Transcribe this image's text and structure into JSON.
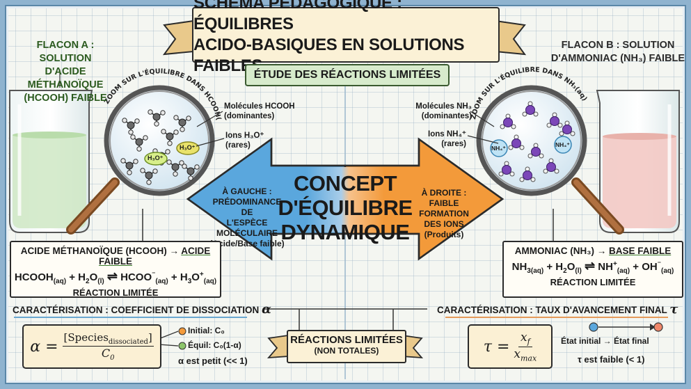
{
  "title": {
    "line1": "SCHÉMA PÉDAGOGIQUE : ÉQUILIBRES",
    "line2": "ACIDO-BASIQUES EN SOLUTIONS FAIBLES",
    "subtitle": "ÉTUDE DES RÉACTIONS LIMITÉES"
  },
  "flask_a": {
    "title1": "FLACON A : SOLUTION",
    "title2": "D'ACIDE MÉTHANOÏQUE",
    "title3": "(HCOOH) FAIBLE",
    "zoom_label": "ZOOM SUR L'ÉQUILIBRE DANS HCOOH(aq)",
    "molecules_label1": "Molécules HCOOH",
    "molecules_label2": "(dominantes)",
    "ions_label1": "Ions H₃O⁺",
    "ions_label2": "(rares)",
    "ion_tag": "H₃O⁺",
    "liquid_color": "#cfe8c4"
  },
  "flask_b": {
    "title1": "FLACON B : SOLUTION",
    "title2": "D'AMMONIAC (NH₃) FAIBLE",
    "zoom_label": "ZOOM SUR L'ÉQUILIBRE DANS NH₃(aq)",
    "molecules_label1": "Molécules NH₃",
    "molecules_label2": "(dominantes)",
    "ions_label1": "Ions NH₄⁺",
    "ions_label2": "(rares)",
    "ion_tag": "NH₄⁺",
    "liquid_color": "#f3c9c4"
  },
  "center": {
    "line1": "CONCEPT",
    "line2": "D'ÉQUILIBRE",
    "line3": "DYNAMIQUE",
    "left_note": [
      "À GAUCHE :",
      "PRÉDOMINANCE DE",
      "L'ESPÈCE MOLÉCULAIRE",
      "(Acide/Base faible)"
    ],
    "right_note": [
      "À DROITE :",
      "FAIBLE FORMATION",
      "DES IONS",
      "(Produits)"
    ]
  },
  "acid_box": {
    "header_left": "ACIDE MÉTHANOÏQUE (HCOOH) → ",
    "header_right": "ACIDE FAIBLE",
    "eq_a": "HCOOH",
    "eq_a_sub": "(aq)",
    "eq_b": " + H",
    "eq_b_sub": "2",
    "eq_c": "O",
    "eq_c_sub": "(l)",
    "eq_arrow": "⇌",
    "eq_d": "HCOO",
    "eq_d_sup": "⁻",
    "eq_d_sub": "(aq)",
    "eq_e": " + H",
    "eq_e_sub": "3",
    "eq_f": "O",
    "eq_f_sup": "+",
    "eq_f_sub": "(aq)",
    "footer": "RÉACTION LIMITÉE"
  },
  "base_box": {
    "header_left": "AMMONIAC (NH₃) → ",
    "header_right": "BASE FAIBLE",
    "eq_a": "NH",
    "eq_a_sub": "3(aq)",
    "eq_b": " + H",
    "eq_b_sub": "2",
    "eq_c": "O",
    "eq_c_sub": "(l)",
    "eq_arrow": "⇌",
    "eq_d": "NH",
    "eq_d_sup": "4",
    "eq_d_sup2": "+",
    "eq_d_sub": "(aq)",
    "eq_e": " + OH",
    "eq_e_sup": "⁻",
    "eq_e_sub": "(aq)",
    "footer": "RÉACTION LIMITÉE"
  },
  "char_left": {
    "heading": "CARACTÉRISATION : COEFFICIENT DE DISSOCIATION",
    "symbol": "α",
    "formula_lhs": "α =",
    "formula_num": "[Species",
    "formula_num_sub": "dissociated",
    "formula_num_end": "]",
    "formula_den": "C",
    "formula_den_sub": "0",
    "initial": "Initial: C₀",
    "equil": "Équil: C₀(1-α)",
    "note": "α est petit (<< 1)"
  },
  "char_right": {
    "heading": "CARACTÉRISATION : TAUX D'AVANCEMENT FINAL",
    "symbol": "τ",
    "formula_lhs": "τ =",
    "formula_num": "x",
    "formula_num_sub": "f",
    "formula_den": "x",
    "formula_den_sub": "max",
    "states": "État initial → État final",
    "note": "τ est faible (< 1)"
  },
  "bottom_banner": {
    "line1": "RÉACTIONS LIMITÉES",
    "line2": "(NON TOTALES)"
  },
  "colors": {
    "arrow_blue": "#5aa7dd",
    "arrow_orange": "#f39a3a",
    "acid_green": "#3a7d2c",
    "ribbon": "#e9c98b"
  }
}
